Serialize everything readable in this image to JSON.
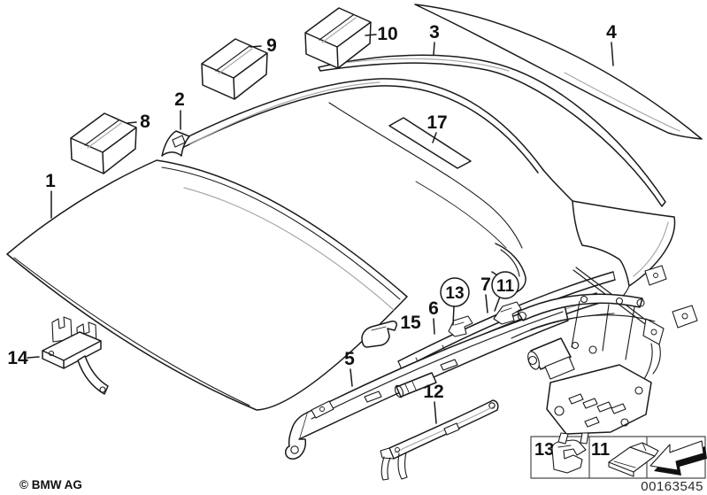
{
  "document": {
    "copyright": "© BMW AG",
    "document_number": "00163545"
  },
  "colors": {
    "background": "#ffffff",
    "line": "#1a1a1a",
    "highlight": "#a9a9a9",
    "legend_border": "#4a4a4a",
    "arrow_shadow": "#111111"
  },
  "callouts": {
    "c1": "1",
    "c2": "2",
    "c3": "3",
    "c4": "4",
    "c5": "5",
    "c6": "6",
    "c7": "7",
    "c8": "8",
    "c9": "9",
    "c10": "10",
    "c12": "12",
    "c14": "14",
    "c15": "15",
    "c17": "17",
    "circled": {
      "c13": "13",
      "c11": "11"
    }
  },
  "legend": {
    "cells": [
      {
        "label": "13",
        "icon": "retainer-clip-icon"
      },
      {
        "label": "11",
        "icon": "folded-pad-icon"
      },
      {
        "label": "",
        "icon": "direction-arrow-icon"
      }
    ]
  }
}
